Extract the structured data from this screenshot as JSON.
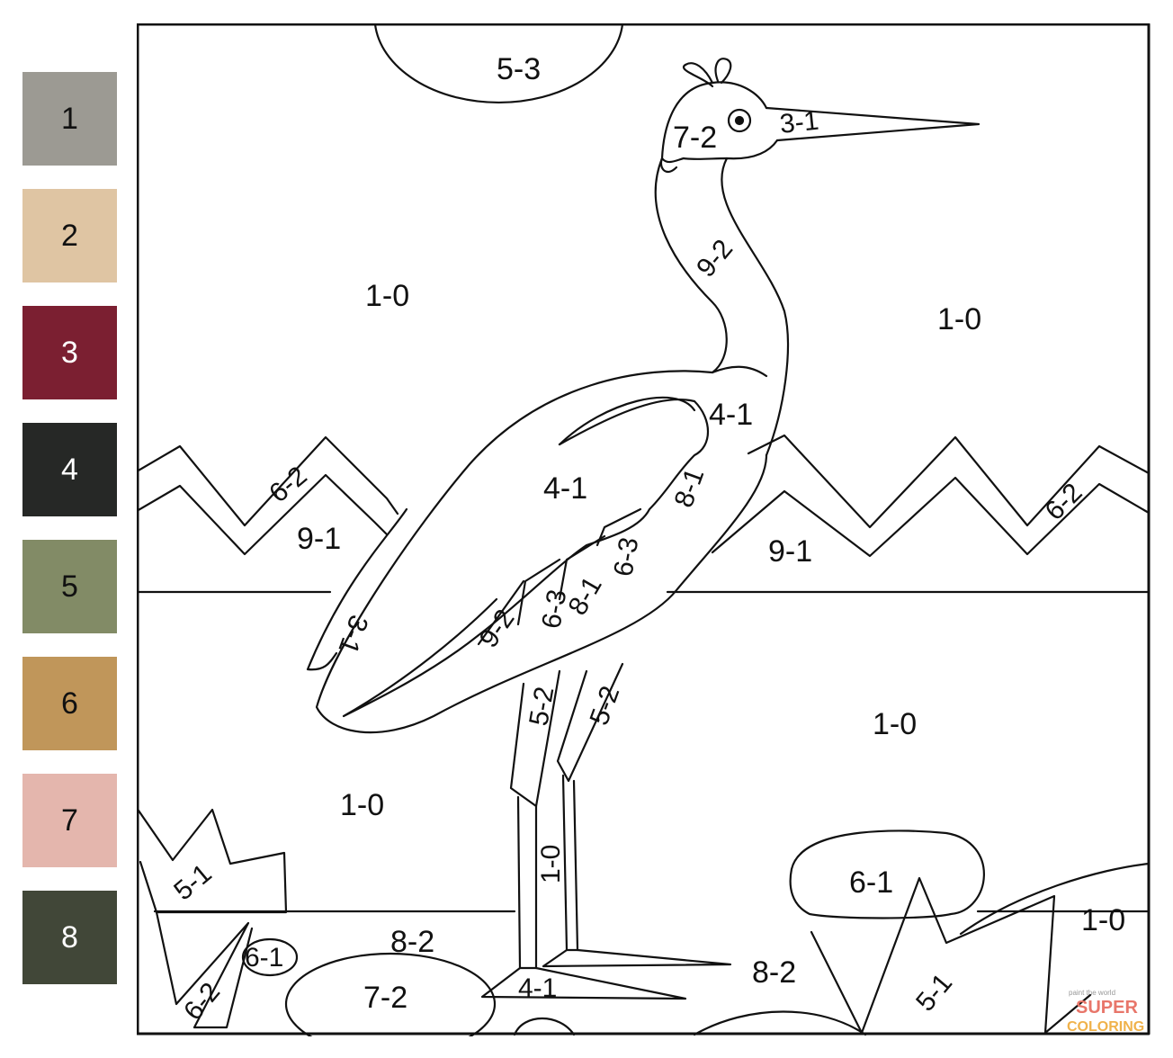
{
  "legend": [
    {
      "number": "1",
      "color": "#9c9a93"
    },
    {
      "number": "2",
      "color": "#dfc5a3"
    },
    {
      "number": "3",
      "color": "#7b1f31"
    },
    {
      "number": "4",
      "color": "#262826"
    },
    {
      "number": "5",
      "color": "#828b66"
    },
    {
      "number": "6",
      "color": "#c0965a"
    },
    {
      "number": "7",
      "color": "#e4b6ad"
    },
    {
      "number": "8",
      "color": "#414738"
    }
  ],
  "regions": {
    "sun": "5-3",
    "sky_left": "1-0",
    "sky_right": "1-0",
    "head": "7-2",
    "beak": "3-1",
    "neck": "9-2",
    "chest": "4-1",
    "wing": "4-1",
    "wing_stripe_a": "8-1",
    "wing_stripe_b": "6-3",
    "wing_stripe_c": "8-1",
    "wing_stripe_d": "6-3",
    "wing_stripe_e": "9-2",
    "tail": "3-1",
    "mountain_left_band": "6-2",
    "mountain_left": "9-1",
    "mountain_right": "9-1",
    "mountain_right_band": "6-2",
    "leg_left": "5-2",
    "leg_right": "5-2",
    "lower_leg": "1-0",
    "water_left": "1-0",
    "water_right": "1-0",
    "grass_left_top": "5-1",
    "grass_left_bottom": "6-2",
    "stone_small": "6-1",
    "ground_left": "8-2",
    "stone_big": "7-2",
    "foot": "4-1",
    "ground_right": "8-2",
    "stone_right": "6-1",
    "grass_right": "5-1",
    "bush_right": "1-0"
  },
  "watermark": {
    "line1": "paint the world",
    "line2": "SUPER",
    "line3": "COLORING"
  }
}
